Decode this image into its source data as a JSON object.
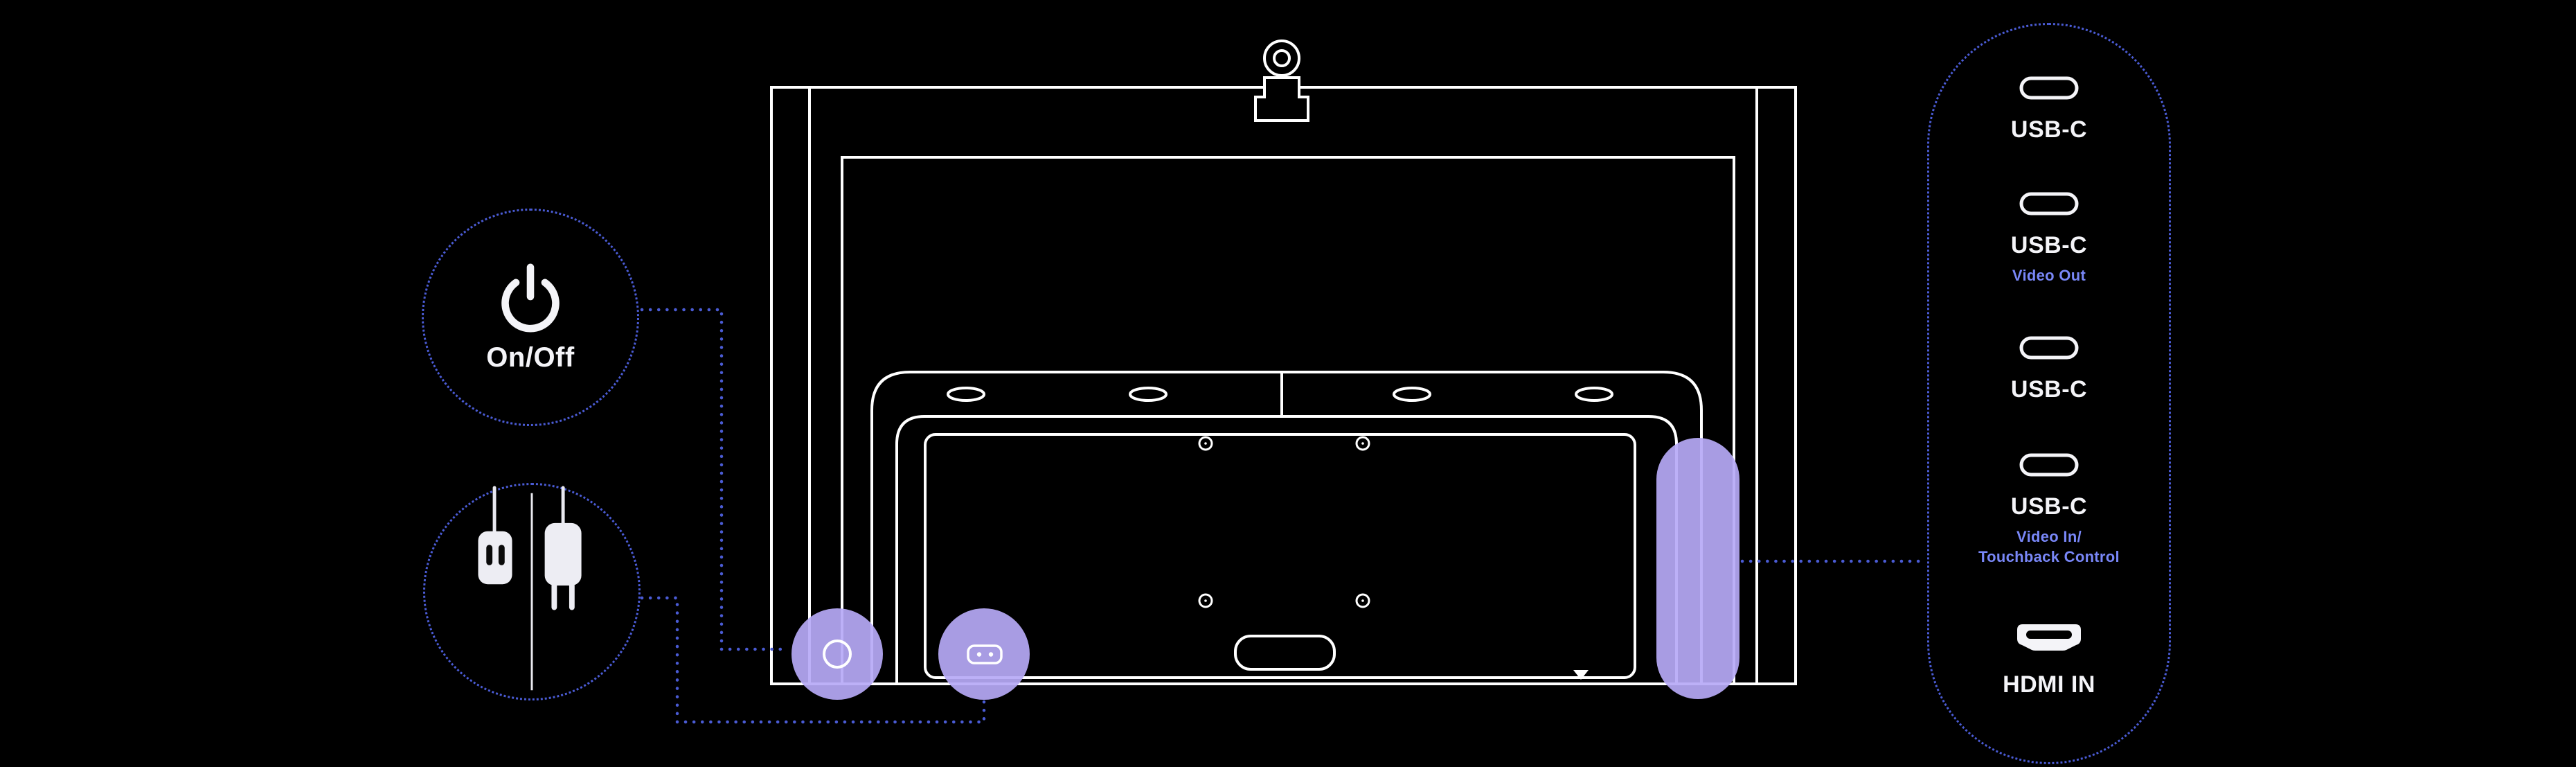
{
  "diagram": {
    "description": "Rear view of display with port callouts"
  },
  "colors": {
    "background": "#000000",
    "line": "#ffffff",
    "dotted_line": "#4a5bd4",
    "highlight": "#b6a9f6",
    "accent_text": "#7987f7"
  },
  "callouts": {
    "power": {
      "label": "On/Off",
      "icon": "power-icon"
    },
    "cables": {
      "icon": "power-cables-icon"
    }
  },
  "ports_panel": {
    "ports": [
      {
        "icon": "usb-c-port-icon",
        "label": "USB-C",
        "sublabel": ""
      },
      {
        "icon": "usb-c-port-icon",
        "label": "USB-C",
        "sublabel": "Video Out"
      },
      {
        "icon": "usb-c-port-icon",
        "label": "USB-C",
        "sublabel": ""
      },
      {
        "icon": "usb-c-port-icon",
        "label": "USB-C",
        "sublabel": "Video In/\nTouchback Control"
      },
      {
        "icon": "hdmi-port-icon",
        "label": "HDMI IN",
        "sublabel": ""
      }
    ]
  }
}
